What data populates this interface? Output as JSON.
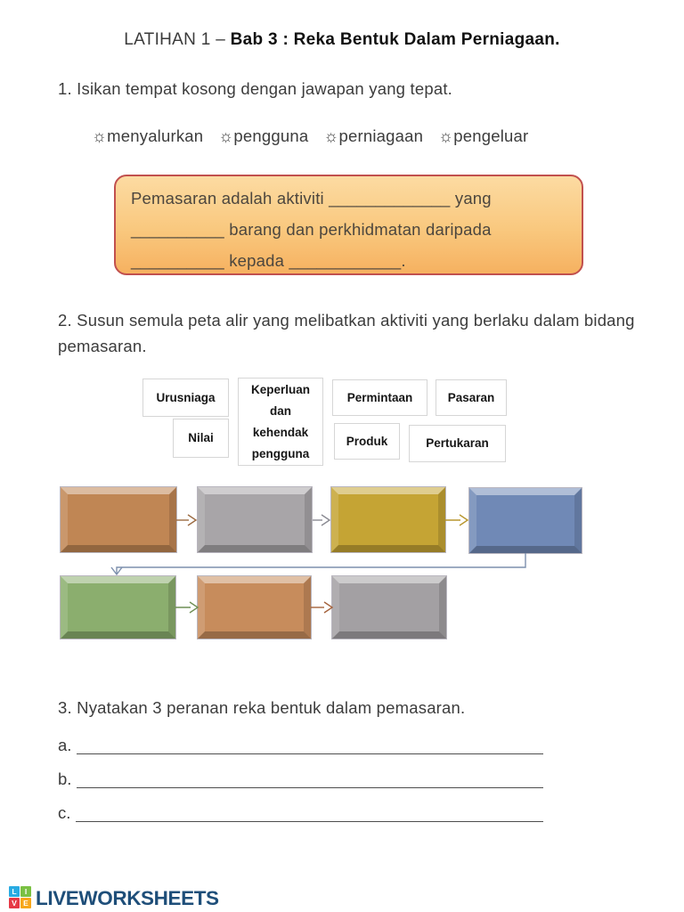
{
  "header": {
    "title_prefix": "LATIHAN 1 – ",
    "title_main": "Bab 3 : Reka Bentuk Dalam Perniagaan."
  },
  "q1": {
    "prompt": "1. Isikan tempat kosong dengan jawapan yang tepat.",
    "word_bank": [
      "☼menyalurkan",
      "☼pengguna",
      "☼perniagaan",
      "☼pengeluar"
    ],
    "passage": {
      "line1": "Pemasaran adalah aktiviti _____________ yang",
      "line2": "__________ barang dan perkhidmatan daripada",
      "line3": "__________ kepada ____________.",
      "box_border_color": "#c1504e",
      "box_fill_top": "#fcdba2",
      "box_fill_bottom": "#f6b160"
    }
  },
  "q2": {
    "prompt": "2. Susun semula peta alir yang melibatkan aktiviti yang berlaku dalam bidang pemasaran.",
    "options": [
      "Urusniaga",
      "Keperluan dan kehendak pengguna",
      "Permintaan",
      "Pasaran",
      "Nilai",
      "Produk",
      "Pertukaran"
    ],
    "flowchart": {
      "description": "empty flow-chart boxes, 4 on top row then wrap to 3 on bottom row",
      "boxes": [
        {
          "name": "step-1",
          "color": "#c08654"
        },
        {
          "name": "step-2",
          "color": "#a8a5a8"
        },
        {
          "name": "step-3",
          "color": "#c5a434"
        },
        {
          "name": "step-4",
          "color": "#7089b6"
        },
        {
          "name": "step-5",
          "color": "#8bae6e"
        },
        {
          "name": "step-6",
          "color": "#c78c5c"
        },
        {
          "name": "step-7",
          "color": "#a3a0a3"
        }
      ],
      "arrow_colors": {
        "a1": "#9c6b42",
        "a2": "#8a8a92",
        "a3": "#b8962e",
        "a4": "#7d90ad",
        "a5": "#6f8f55",
        "a6": "#a4623c"
      }
    }
  },
  "q3": {
    "prompt": "3. Nyatakan 3 peranan reka bentuk dalam pemasaran.",
    "labels": [
      "a.",
      "b.",
      "c."
    ]
  },
  "footer": {
    "brand": "LIVEWORKSHEETS",
    "brand_color": "#1e4e79",
    "logo": [
      {
        "letter": "L",
        "color": "#29abe2"
      },
      {
        "letter": "I",
        "color": "#7ac143"
      },
      {
        "letter": "V",
        "color": "#e63946"
      },
      {
        "letter": "E",
        "color": "#f7a71b"
      }
    ]
  }
}
